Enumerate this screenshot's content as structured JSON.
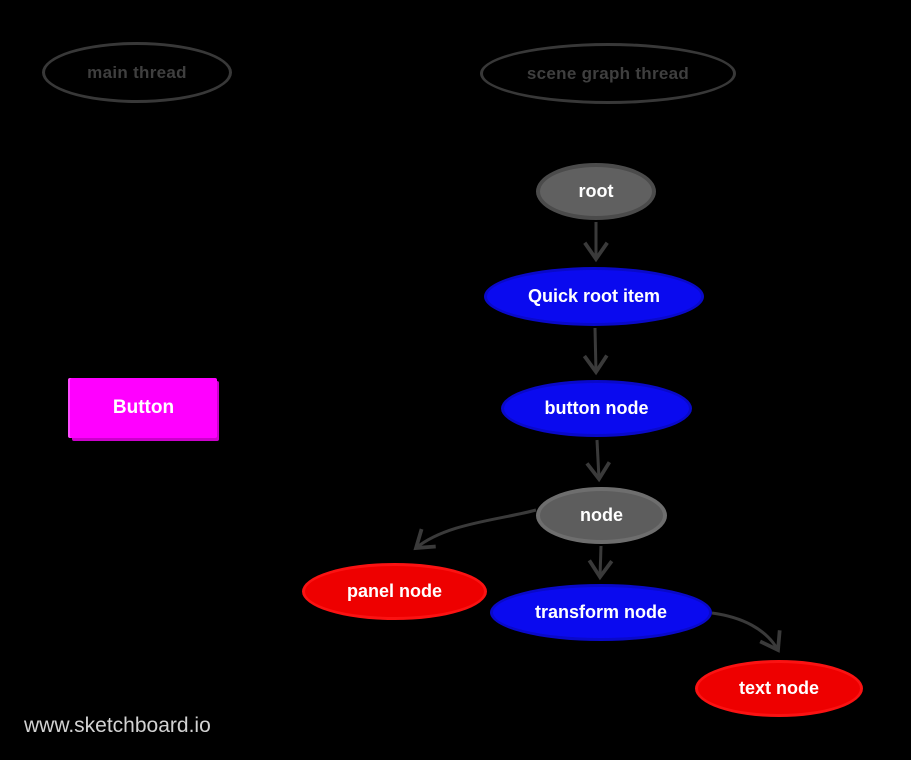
{
  "page": {
    "background": "#000000",
    "watermark": "www.sketchboard.io"
  },
  "lanes": {
    "main_thread": {
      "label": "main thread"
    },
    "scene_graph_thread": {
      "label": "scene graph thread"
    }
  },
  "main_thread_items": {
    "button": {
      "label": "Button",
      "fill": "#ff00ff"
    }
  },
  "scene_graph_nodes": {
    "root": {
      "label": "root",
      "fill": "#5d5d5d",
      "kind": "gray"
    },
    "quick_root_item": {
      "label": "Quick root item",
      "fill": "#0a0aef",
      "kind": "blue"
    },
    "button_node": {
      "label": "button node",
      "fill": "#0a0aef",
      "kind": "blue"
    },
    "node": {
      "label": "node",
      "fill": "#5d5d5d",
      "kind": "gray"
    },
    "panel_node": {
      "label": "panel node",
      "fill": "#ee0000",
      "kind": "red"
    },
    "transform_node": {
      "label": "transform node",
      "fill": "#0a0aef",
      "kind": "blue"
    },
    "text_node": {
      "label": "text node",
      "fill": "#ee0000",
      "kind": "red"
    }
  },
  "edges": [
    {
      "from": "root",
      "to": "quick_root_item"
    },
    {
      "from": "quick_root_item",
      "to": "button_node"
    },
    {
      "from": "button_node",
      "to": "node"
    },
    {
      "from": "node",
      "to": "transform_node"
    },
    {
      "from": "node",
      "to": "panel_node"
    },
    {
      "from": "transform_node",
      "to": "text_node"
    }
  ],
  "colors": {
    "arrow_stroke": "#3a3a3a",
    "lane_outline": "#383838",
    "lane_text": "#3f3f3f",
    "node_text": "#ffffff",
    "watermark_text": "#d2d2d2",
    "blue_fill": "#0a0aef",
    "red_fill": "#ee0000",
    "gray_fill": "#5d5d5d",
    "magenta_fill": "#ff00ff"
  }
}
